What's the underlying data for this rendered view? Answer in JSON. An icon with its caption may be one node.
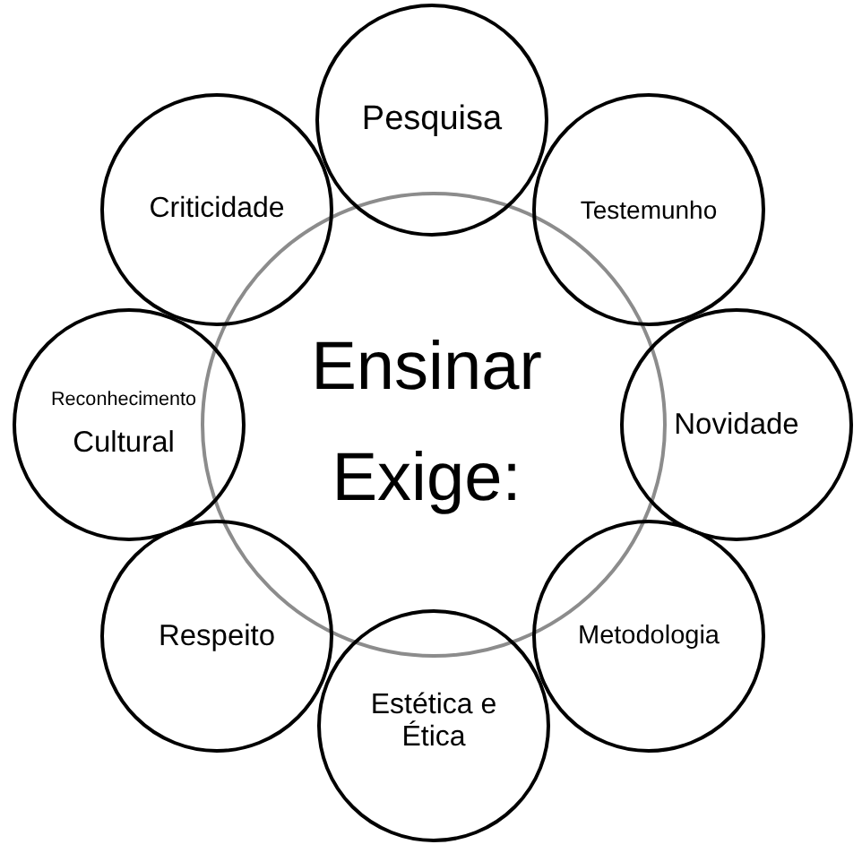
{
  "diagram": {
    "nodes": [
      {
        "text": [
          "Ensinar Exige:"
        ]
      },
      {
        "text": [
          "Pesquisa"
        ]
      },
      {
        "text": [
          "Testemunho"
        ]
      },
      {
        "text": [
          "Novidade"
        ]
      },
      {
        "text": [
          "Metodologia"
        ]
      },
      {
        "text": [
          "Estética e Ética"
        ]
      },
      {
        "text": [
          "Respeito"
        ]
      },
      {
        "text": [
          "Reconhecimento",
          "Cultural"
        ]
      },
      {
        "text": [
          "Criticidade"
        ]
      }
    ]
  }
}
